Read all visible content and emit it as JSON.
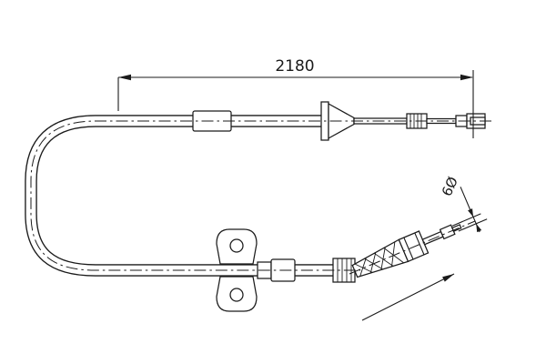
{
  "colors": {
    "ink": "#1b1b1b",
    "paper": "#ffffff"
  },
  "drawing": {
    "type": "technical-line-drawing",
    "dimensions": {
      "overall_length": {
        "label": "2180"
      },
      "cable_diameter": {
        "label": "6Ø"
      }
    }
  }
}
